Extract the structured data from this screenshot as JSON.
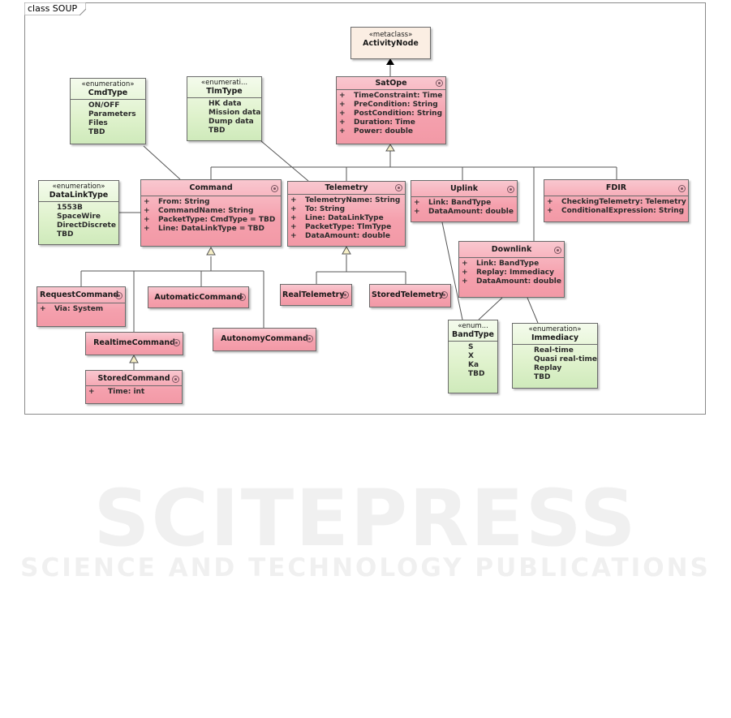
{
  "diagram": {
    "frame_title": "class SOUP",
    "classes": {
      "activity_node": {
        "stereotype": "«metaclass»",
        "name": "ActivityNode"
      },
      "sat_ope": {
        "name": "SatOpe",
        "attributes": [
          {
            "vis": "+",
            "text": "TimeConstraint: Time"
          },
          {
            "vis": "+",
            "text": "PreCondition: String"
          },
          {
            "vis": "+",
            "text": "PostCondition: String"
          },
          {
            "vis": "+",
            "text": "Duration: Time"
          },
          {
            "vis": "+",
            "text": "Power: double"
          }
        ]
      },
      "cmd_type": {
        "stereotype": "«enumeration»",
        "name": "CmdType",
        "literals": [
          "ON/OFF",
          "Parameters",
          "Files",
          "TBD"
        ]
      },
      "tlm_type": {
        "stereotype": "«enumerati...",
        "name": "TlmType",
        "literals": [
          "HK data",
          "Mission data",
          "Dump data",
          "TBD"
        ]
      },
      "data_link_type": {
        "stereotype": "«enumeration»",
        "name": "DataLinkType",
        "literals": [
          "1553B",
          "SpaceWire",
          "DirectDiscrete",
          "TBD"
        ]
      },
      "command": {
        "name": "Command",
        "attributes": [
          {
            "vis": "+",
            "text": "From: String"
          },
          {
            "vis": "+",
            "text": "CommandName: String"
          },
          {
            "vis": "+",
            "text": "PacketType: CmdType = TBD"
          },
          {
            "vis": "+",
            "text": "Line: DataLinkType = TBD"
          }
        ]
      },
      "telemetry": {
        "name": "Telemetry",
        "attributes": [
          {
            "vis": "+",
            "text": "TelemetryName: String"
          },
          {
            "vis": "+",
            "text": "To: String"
          },
          {
            "vis": "+",
            "text": "Line: DataLinkType"
          },
          {
            "vis": "+",
            "text": "PacketType: TlmType"
          },
          {
            "vis": "+",
            "text": "DataAmount: double"
          }
        ]
      },
      "uplink": {
        "name": "Uplink",
        "attributes": [
          {
            "vis": "+",
            "text": "Link: BandType"
          },
          {
            "vis": "+",
            "text": "DataAmount: double"
          }
        ]
      },
      "fdir": {
        "name": "FDIR",
        "attributes": [
          {
            "vis": "+",
            "text": "CheckingTelemetry: Telemetry"
          },
          {
            "vis": "+",
            "text": "ConditionalExpression: String"
          }
        ]
      },
      "downlink": {
        "name": "Downlink",
        "attributes": [
          {
            "vis": "+",
            "text": "Link: BandType"
          },
          {
            "vis": "+",
            "text": "Replay: Immediacy"
          },
          {
            "vis": "+",
            "text": "DataAmount: double"
          }
        ]
      },
      "request_command": {
        "name": "RequestCommand",
        "attributes": [
          {
            "vis": "+",
            "text": "Via: System"
          }
        ]
      },
      "automatic_command": {
        "name": "AutomaticCommand"
      },
      "realtime_command": {
        "name": "RealtimeCommand"
      },
      "autonomy_command": {
        "name": "AutonomyCommand"
      },
      "stored_command": {
        "name": "StoredCommand",
        "attributes": [
          {
            "vis": "+",
            "text": "Time: int"
          }
        ]
      },
      "real_telemetry": {
        "name": "RealTelemetry"
      },
      "stored_telemetry": {
        "name": "StoredTelemetry"
      },
      "band_type": {
        "stereotype": "«enum...",
        "name": "BandType",
        "literals": [
          "S",
          "X",
          "Ka",
          "TBD"
        ]
      },
      "immediacy": {
        "stereotype": "«enumeration»",
        "name": "Immediacy",
        "literals": [
          "Real-time",
          "Quasi real-time",
          "Replay",
          "TBD"
        ]
      }
    }
  },
  "watermark": {
    "main": "SCITEPRESS",
    "sub": "SCIENCE AND TECHNOLOGY PUBLICATIONS"
  },
  "colors": {
    "class_fill": "#f5a0ad",
    "enum_fill": "#dff2cc",
    "metaclass_fill": "#fbeee3",
    "line": "#555555"
  }
}
